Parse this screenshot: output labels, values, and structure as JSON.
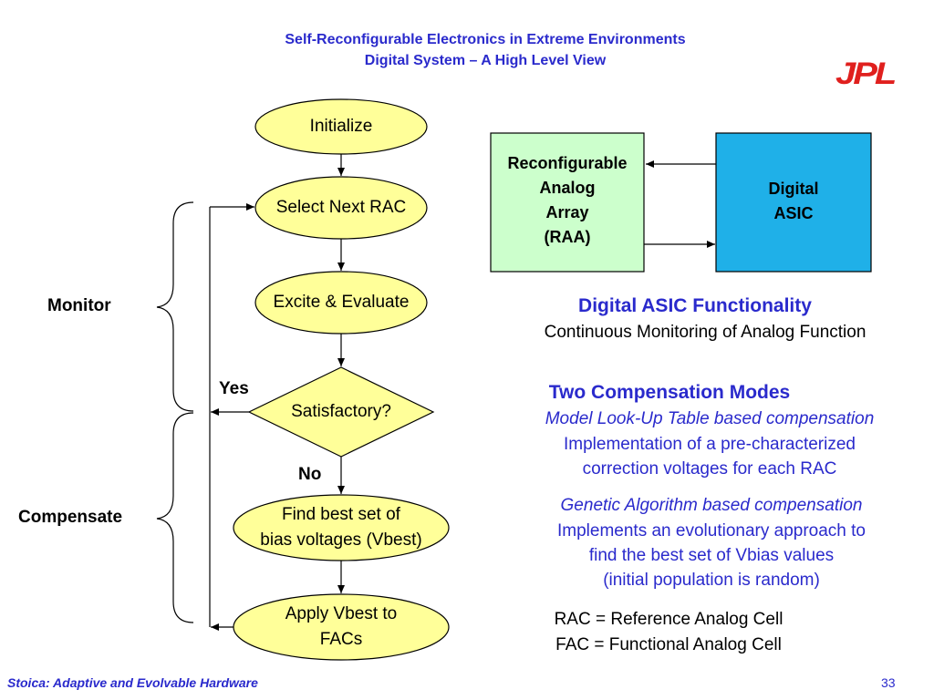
{
  "header": {
    "title_line1": "Self-Reconfigurable Electronics in Extreme Environments",
    "title_line2": "Digital System – A High Level View",
    "logo_text": "JPL"
  },
  "flowchart": {
    "initialize": "Initialize",
    "select_next_rac": "Select Next RAC",
    "excite_evaluate": "Excite & Evaluate",
    "satisfactory": "Satisfactory?",
    "yes_label": "Yes",
    "no_label": "No",
    "find_best_line1": "Find best set of",
    "find_best_line2": "bias voltages (Vbest)",
    "apply_line1": "Apply Vbest to",
    "apply_line2": "FACs",
    "monitor_label": "Monitor",
    "compensate_label": "Compensate"
  },
  "block_diagram": {
    "raa_line1": "Reconfigurable",
    "raa_line2": "Analog",
    "raa_line3": "Array",
    "raa_line4": "(RAA)",
    "asic_line1": "Digital",
    "asic_line2": "ASIC"
  },
  "text": {
    "asic_heading": "Digital ASIC Functionality",
    "asic_desc": "Continuous Monitoring of Analog Function",
    "modes_heading": "Two Compensation Modes",
    "mode1_title": "Model Look-Up Table based compensation",
    "mode1_line1": "Implementation of a pre-characterized",
    "mode1_line2": "correction voltages for each RAC",
    "mode2_title": "Genetic Algorithm based compensation",
    "mode2_line1": "Implements an evolutionary approach to",
    "mode2_line2": "find the best set of Vbias values",
    "mode2_line3": "(initial population is random)",
    "def_rac": "RAC = Reference Analog Cell",
    "def_fac": "FAC = Functional Analog Cell"
  },
  "footer": {
    "source": "Stoica: Adaptive and Evolvable Hardware",
    "page": "33"
  },
  "colors": {
    "title_blue": "#2a2acc",
    "node_fill": "#ffff99",
    "raa_fill": "#ccffcc",
    "asic_fill": "#1fb0e8",
    "logo_red": "#e0201e"
  }
}
